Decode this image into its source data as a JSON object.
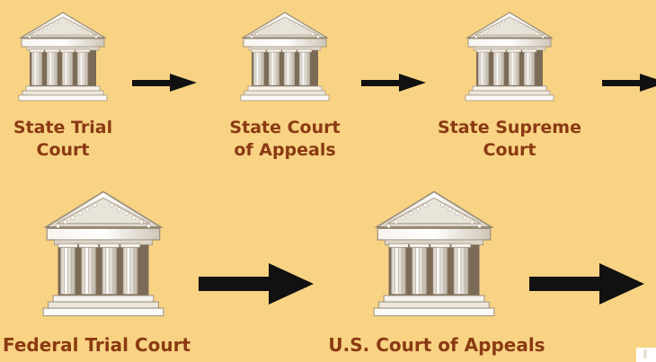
{
  "colors": {
    "background": "#f8d384",
    "label": "#8a3a12",
    "arrow": "#111111",
    "stone_light": "#ffffff",
    "stone_mid": "#d8d0c0",
    "stone_dark": "#9a8e7a",
    "interior": "#7a6a56"
  },
  "icons": {
    "courthouse": "courthouse-icon",
    "arrow": "arrow-right-icon"
  },
  "state_row": {
    "courts": [
      {
        "label": "State Trial\nCourt"
      },
      {
        "label": "State Court\nof Appeals"
      },
      {
        "label": "State Supreme\nCourt"
      }
    ]
  },
  "federal_row": {
    "courts": [
      {
        "label": "Federal Trial Court"
      },
      {
        "label": "U.S. Court of Appeals"
      }
    ]
  }
}
